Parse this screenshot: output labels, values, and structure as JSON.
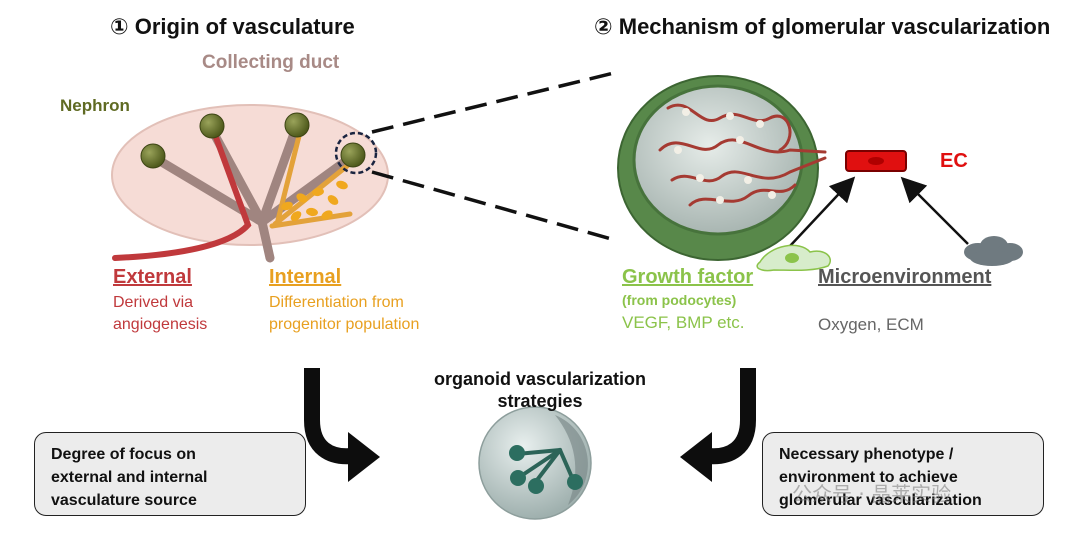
{
  "section1": {
    "title": "① Origin of vasculature",
    "collecting_duct": "Collecting duct",
    "nephron": "Nephron",
    "external": {
      "heading": "External",
      "line1": "Derived via",
      "line2": "angiogenesis"
    },
    "internal": {
      "heading": "Internal",
      "line1": "Differentiation from",
      "line2": "progenitor population"
    }
  },
  "section2": {
    "title": "② Mechanism of glomerular vascularization",
    "ec": "EC",
    "growth_factor": {
      "heading": "Growth factor",
      "sub": "(from podocytes)",
      "detail": "VEGF, BMP etc."
    },
    "microenvironment": {
      "heading": "Microenvironment",
      "detail": "Oxygen, ECM"
    }
  },
  "center": {
    "line1": "organoid vascularization",
    "line2": "strategies"
  },
  "left_box": {
    "line1": "Degree of focus on",
    "line2": "external and internal",
    "line3": "vasculature source"
  },
  "right_box": {
    "line1": "Necessary phenotype /",
    "line2": "environment to achieve",
    "line3": "glomerular vascularization"
  },
  "watermark": "公众号 · 晶莱实验",
  "colors": {
    "external": "#c0393c",
    "internal": "#e8a020",
    "growth": "#8bc34a",
    "micro": "#555555",
    "ec": "#e01010"
  }
}
